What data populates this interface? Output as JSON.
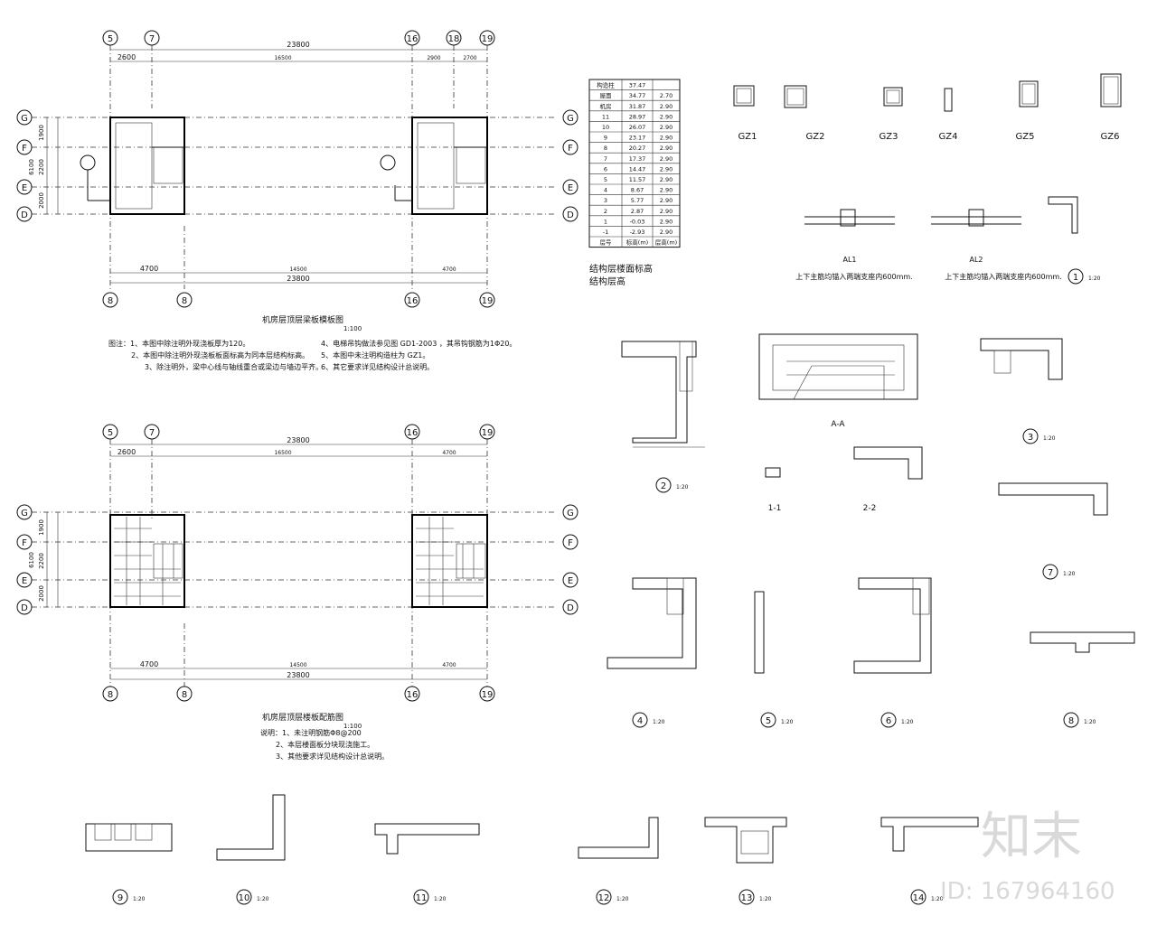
{
  "plan1": {
    "axes_top": [
      "5",
      "7",
      "16",
      "18",
      "19"
    ],
    "axes_rows": [
      "G",
      "F",
      "E",
      "D"
    ],
    "axes_bottom": [
      "8",
      "8",
      "16",
      "19"
    ],
    "dim_overall": "23800",
    "dim_left": "2600",
    "dim_mid": "16500",
    "dim_r1": "2900",
    "dim_r2": "2700",
    "row_dim1": "1900",
    "row_dim2": "2200",
    "row_dim3": "2000",
    "row_dim_total": "6100",
    "dim_bottom_left": "4700",
    "dim_bottom_mid": "14500",
    "dim_bottom_right": "4700",
    "title": "机房层顶层梁板模板图",
    "scale": "1:100",
    "notes": [
      "图注：1、本图中除注明外现浇板厚为120。",
      "2、本图中除注明外现浇板板面标高为同本层结构标高。",
      "3、除注明外，梁中心线与轴线重合或梁边与墙边平齐。",
      "4、电梯吊钩做法参见图 GD1-2003 ，其吊钩钢筋为1Φ20。",
      "5、本图中未注明构造柱为 GZ1。",
      "6、其它要求详见结构设计总说明。"
    ]
  },
  "plan2": {
    "axes_top": [
      "5",
      "7",
      "16",
      "19"
    ],
    "axes_rows": [
      "G",
      "F",
      "E",
      "D"
    ],
    "axes_bottom": [
      "8",
      "8",
      "16",
      "19"
    ],
    "dim_overall": "23800",
    "dim_left": "2600",
    "dim_mid": "16500",
    "dim_right": "4700",
    "row_dim1": "1900",
    "row_dim2": "2200",
    "row_dim3": "2000",
    "row_dim_total": "6100",
    "dim_bottom_left": "4700",
    "dim_bottom_mid": "14500",
    "dim_bottom_right": "4700",
    "title": "机房层顶层楼板配筋图",
    "scale": "1:100",
    "notes": [
      "说明：1、未注明钢筋Φ8@200",
      "2、本层楼面板分块现浇施工。",
      "3、其他要求详见结构设计总说明。"
    ]
  },
  "table": {
    "header": [
      "构造柱",
      "37.47",
      ""
    ],
    "rows": [
      [
        "屋面",
        "34.77",
        "2.70"
      ],
      [
        "机房",
        "31.87",
        "2.90"
      ],
      [
        "11",
        "28.97",
        "2.90"
      ],
      [
        "10",
        "26.07",
        "2.90"
      ],
      [
        "9",
        "23.17",
        "2.90"
      ],
      [
        "8",
        "20.27",
        "2.90"
      ],
      [
        "7",
        "17.37",
        "2.90"
      ],
      [
        "6",
        "14.47",
        "2.90"
      ],
      [
        "5",
        "11.57",
        "2.90"
      ],
      [
        "4",
        "8.67",
        "2.90"
      ],
      [
        "3",
        "5.77",
        "2.90"
      ],
      [
        "2",
        "2.87",
        "2.90"
      ],
      [
        "1",
        "-0.03",
        "2.90"
      ],
      [
        "-1",
        "-2.93",
        "2.90"
      ]
    ],
    "footer": [
      "层号",
      "标高(m)",
      "层高(m)"
    ],
    "caption1": "结构层楼面标高",
    "caption2": "结构层高"
  },
  "columns": [
    "GZ1",
    "GZ2",
    "GZ3",
    "GZ4",
    "GZ5",
    "GZ6"
  ],
  "beams": {
    "al1": "AL1",
    "al1_note": "上下主筋均锚入两端支座内600mm.",
    "al2": "AL2",
    "al2_note": "上下主筋均锚入两端支座内600mm."
  },
  "sections": {
    "aa": "A-A",
    "s11": "1-1",
    "s22": "2-2"
  },
  "details": [
    {
      "id": "1",
      "scale": "1:20"
    },
    {
      "id": "2",
      "scale": "1:20"
    },
    {
      "id": "3",
      "scale": "1:20"
    },
    {
      "id": "7",
      "scale": "1:20"
    },
    {
      "id": "4",
      "scale": "1:20"
    },
    {
      "id": "5",
      "scale": "1:20"
    },
    {
      "id": "6",
      "scale": "1:20"
    },
    {
      "id": "8",
      "scale": "1:20"
    },
    {
      "id": "9",
      "scale": "1:20"
    },
    {
      "id": "10",
      "scale": "1:20"
    },
    {
      "id": "11",
      "scale": "1:20"
    },
    {
      "id": "12",
      "scale": "1:20"
    },
    {
      "id": "13",
      "scale": "1:20"
    },
    {
      "id": "14",
      "scale": "1:20"
    }
  ],
  "watermark": {
    "logo": "知末",
    "id": "ID: 167964160"
  }
}
